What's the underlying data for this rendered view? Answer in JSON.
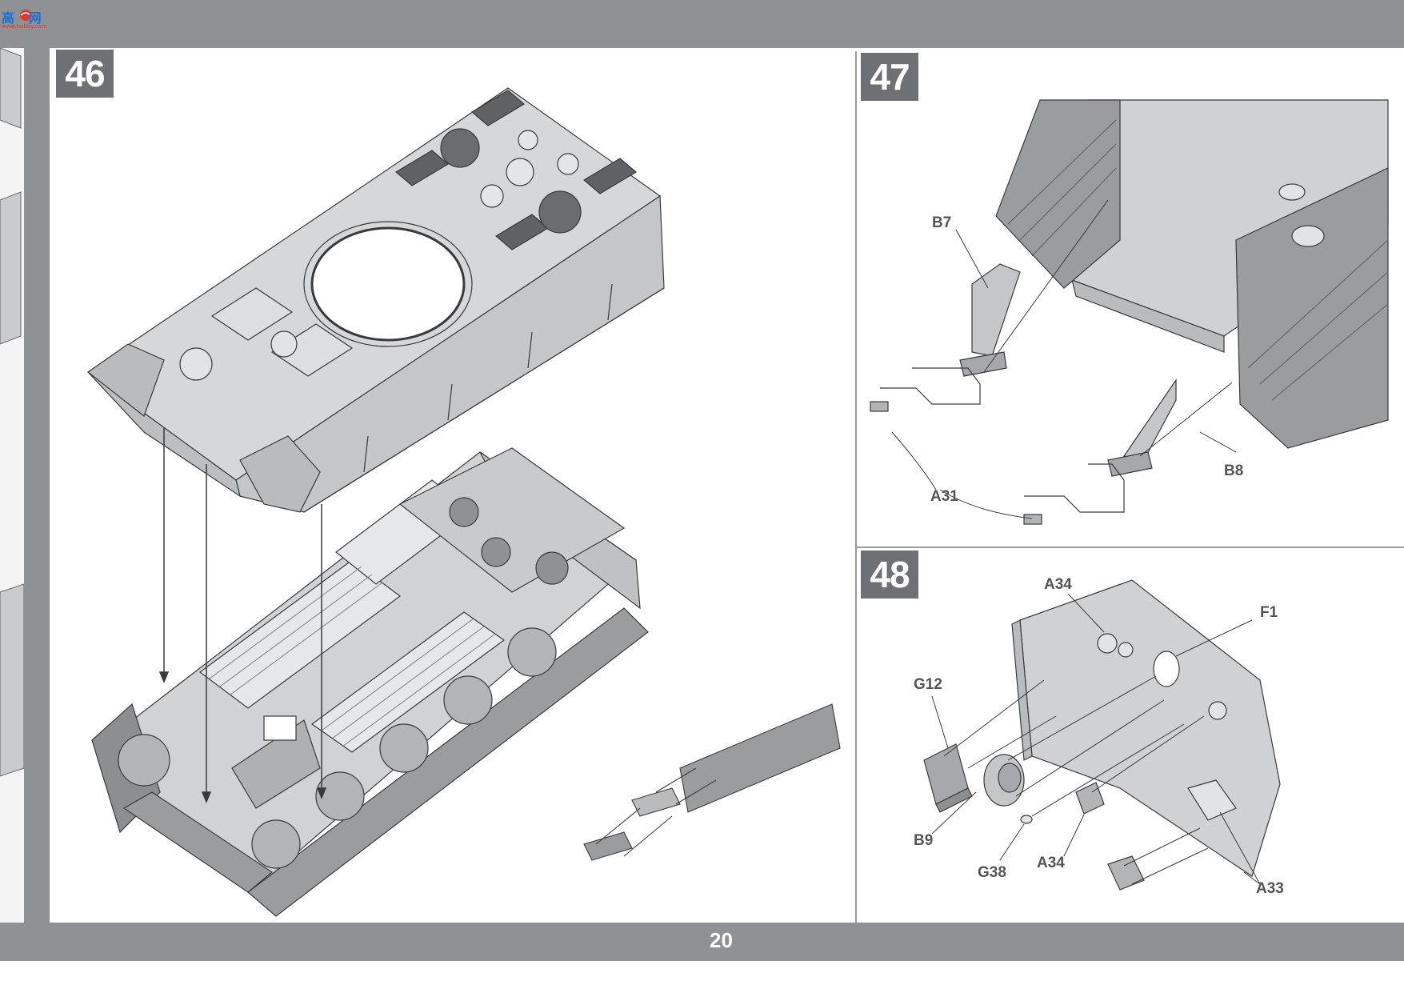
{
  "steps": {
    "s46": "46",
    "s47": "47",
    "s48": "48"
  },
  "parts": {
    "b7": "B7",
    "b8": "B8",
    "a31": "A31",
    "a34_top": "A34",
    "f1": "F1",
    "g12": "G12",
    "b9": "B9",
    "g38": "G38",
    "a34_bottom": "A34",
    "a33": "A33"
  },
  "footer": {
    "page_number": "20"
  },
  "watermark": {
    "text": "高 网",
    "sub": "www.hobby.com"
  },
  "colors": {
    "band": "#8f9295",
    "step_box": "#6e7073",
    "part_fill": "#cfd1d3",
    "part_dark": "#a6a8ab",
    "line": "#3a3a3a"
  }
}
